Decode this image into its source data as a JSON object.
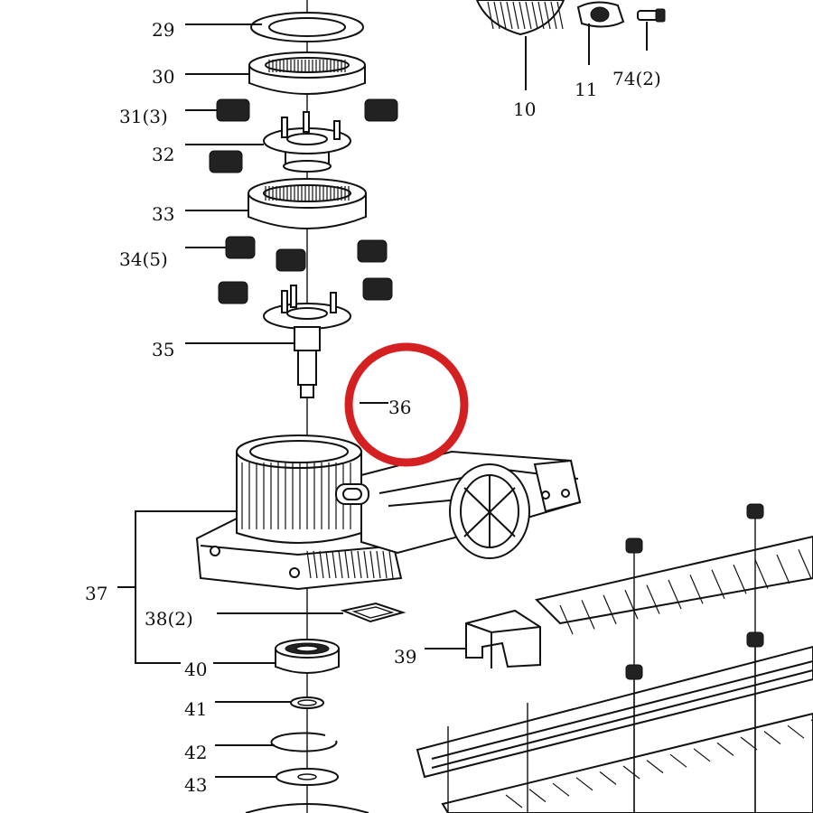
{
  "diagram": {
    "labels": {
      "l29": "29",
      "l30": "30",
      "l31": "31(3)",
      "l32": "32",
      "l33": "33",
      "l34": "34(5)",
      "l35": "35",
      "l36": "36",
      "l37": "37",
      "l38": "38(2)",
      "l39": "39",
      "l40": "40",
      "l41": "41",
      "l42": "42",
      "l43": "43",
      "l10": "10",
      "l11": "11",
      "l74": "74(2)"
    },
    "highlight": {
      "target": "36",
      "color": "#d42020"
    }
  }
}
